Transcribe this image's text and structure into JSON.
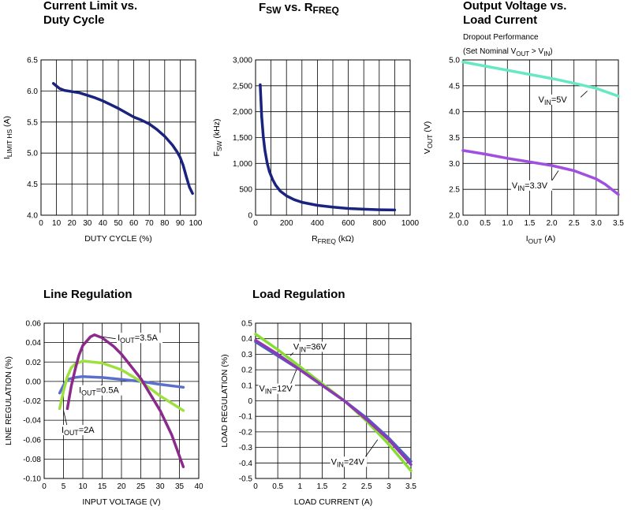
{
  "chart_data": [
    {
      "id": "c1",
      "type": "line",
      "title": [
        "Current Limit vs.",
        "Duty Cycle"
      ],
      "xlabel": "DUTY CYCLE (%)",
      "ylabel": "I_LIMIT_HS (A)",
      "xlim": [
        0,
        100
      ],
      "ylim": [
        4.0,
        6.5
      ],
      "xticks": [
        0,
        10,
        20,
        30,
        40,
        50,
        60,
        70,
        80,
        90,
        100
      ],
      "yticks": [
        4.0,
        4.5,
        5.0,
        5.5,
        6.0,
        6.5
      ],
      "xtick_labels": [
        "0",
        "10",
        "20",
        "30",
        "40",
        "50",
        "60",
        "70",
        "80",
        "90",
        "100"
      ],
      "ytick_labels": [
        "4.0",
        "4.5",
        "5.0",
        "5.5",
        "6.0",
        "6.5"
      ],
      "grid": true,
      "series": [
        {
          "color": "#1a237e",
          "x": [
            8,
            10,
            12,
            15,
            20,
            25,
            30,
            35,
            40,
            45,
            50,
            55,
            60,
            65,
            70,
            75,
            80,
            85,
            88,
            90,
            92,
            94,
            96,
            98
          ],
          "y": [
            6.12,
            6.08,
            6.04,
            6.01,
            5.99,
            5.97,
            5.93,
            5.89,
            5.84,
            5.78,
            5.72,
            5.65,
            5.58,
            5.53,
            5.47,
            5.38,
            5.27,
            5.13,
            5.02,
            4.93,
            4.8,
            4.62,
            4.45,
            4.35
          ]
        }
      ]
    },
    {
      "id": "c2",
      "type": "line",
      "title": [
        "F_SW vs. R_FREQ"
      ],
      "xlabel": "R_FREQ (kΩ)",
      "ylabel": "F_SW (kHz)",
      "xlim": [
        0,
        1000
      ],
      "ylim": [
        0,
        3000
      ],
      "xticks": [
        0,
        200,
        400,
        600,
        800,
        1000
      ],
      "xtick_labels": [
        "0",
        "200",
        "400",
        "600",
        "800",
        "1000"
      ],
      "yticks": [
        0,
        500,
        1000,
        1500,
        2000,
        2500,
        3000
      ],
      "ytick_labels": [
        "0",
        "500",
        "1,000",
        "1,500",
        "2,000",
        "2,500",
        "3,000"
      ],
      "xgrid": [
        0,
        100,
        200,
        300,
        400,
        500,
        600,
        700,
        800,
        900,
        1000
      ],
      "grid": true,
      "series": [
        {
          "color": "#1a237e",
          "x": [
            30,
            40,
            50,
            60,
            75,
            90,
            110,
            130,
            160,
            200,
            250,
            300,
            400,
            500,
            600,
            700,
            800,
            900
          ],
          "y": [
            2520,
            1900,
            1520,
            1260,
            1010,
            840,
            690,
            580,
            465,
            375,
            300,
            250,
            190,
            155,
            130,
            115,
            105,
            100
          ]
        }
      ]
    },
    {
      "id": "c3",
      "type": "line",
      "title": [
        "Output Voltage vs.",
        "Load Current"
      ],
      "subtitle": [
        "Dropout Performance",
        "(Set Nominal V_OUT > V_IN)"
      ],
      "xlabel": "I_OUT (A)",
      "ylabel": "V_OUT (V)",
      "xlim": [
        0,
        3.5
      ],
      "ylim": [
        2.0,
        5.0
      ],
      "xticks": [
        0,
        0.5,
        1.0,
        1.5,
        2.0,
        2.5,
        3.0,
        3.5
      ],
      "xtick_labels": [
        "0.0",
        "0.5",
        "1.0",
        "1.5",
        "2.0",
        "2.5",
        "3.0",
        "3.5"
      ],
      "yticks": [
        2.0,
        2.5,
        3.0,
        3.5,
        4.0,
        4.5,
        5.0
      ],
      "ytick_labels": [
        "2.0",
        "2.5",
        "3.0",
        "3.5",
        "4.0",
        "4.5",
        "5.0"
      ],
      "grid": true,
      "series": [
        {
          "name": "V_IN=5V",
          "color": "#66e8c4",
          "x": [
            0,
            0.5,
            1.0,
            1.5,
            2.0,
            2.5,
            3.0,
            3.5
          ],
          "y": [
            4.96,
            4.88,
            4.8,
            4.72,
            4.64,
            4.55,
            4.45,
            4.3
          ]
        },
        {
          "name": "V_IN=3.3V",
          "color": "#a050e0",
          "x": [
            0,
            0.5,
            1.0,
            1.5,
            2.0,
            2.5,
            3.0,
            3.2,
            3.5
          ],
          "y": [
            3.25,
            3.18,
            3.1,
            3.03,
            2.96,
            2.86,
            2.7,
            2.6,
            2.4
          ]
        }
      ]
    },
    {
      "id": "c4",
      "type": "line",
      "title": [
        "Line Regulation"
      ],
      "xlabel": "INPUT VOLTAGE (V)",
      "ylabel": "LINE REGULATION (%)",
      "xlim": [
        0,
        40
      ],
      "ylim": [
        -0.1,
        0.06
      ],
      "xticks": [
        0,
        5,
        10,
        15,
        20,
        25,
        30,
        35,
        40
      ],
      "xtick_labels": [
        "0",
        "5",
        "10",
        "15",
        "20",
        "25",
        "30",
        "35",
        "40"
      ],
      "yticks": [
        -0.1,
        -0.08,
        -0.06,
        -0.04,
        -0.02,
        0.0,
        0.02,
        0.04,
        0.06
      ],
      "ytick_labels": [
        "-0.10",
        "-0.08",
        "-0.06",
        "-0.04",
        "-0.02",
        "0.00",
        "0.02",
        "0.04",
        "0.06"
      ],
      "grid": true,
      "series": [
        {
          "name": "I_OUT=0.5A",
          "color": "#5a6fcc",
          "x": [
            4,
            5,
            6,
            8,
            10,
            15,
            20,
            25,
            30,
            36
          ],
          "y": [
            -0.012,
            -0.004,
            0.002,
            0.004,
            0.005,
            0.004,
            0.002,
            0.0,
            -0.003,
            -0.006
          ]
        },
        {
          "name": "I_OUT=2A",
          "color": "#9ee040",
          "x": [
            4,
            5,
            6,
            7,
            8,
            10,
            15,
            20,
            25,
            30,
            36
          ],
          "y": [
            -0.028,
            -0.01,
            0.005,
            0.014,
            0.018,
            0.021,
            0.019,
            0.012,
            0.0,
            -0.015,
            -0.03
          ]
        },
        {
          "name": "I_OUT=3.5A",
          "color": "#8c2a8c",
          "x": [
            6,
            7,
            8,
            9,
            10,
            12,
            13,
            15,
            18,
            20,
            25,
            30,
            33,
            36
          ],
          "y": [
            -0.028,
            -0.005,
            0.012,
            0.027,
            0.037,
            0.046,
            0.048,
            0.045,
            0.036,
            0.028,
            0.003,
            -0.03,
            -0.055,
            -0.088
          ]
        }
      ]
    },
    {
      "id": "c5",
      "type": "line",
      "title": [
        "Load Regulation"
      ],
      "xlabel": "LOAD CURRENT (A)",
      "ylabel": "LOAD REGULATION (%)",
      "xlim": [
        0,
        3.5
      ],
      "ylim": [
        -0.5,
        0.5
      ],
      "xticks": [
        0,
        0.5,
        1.0,
        1.5,
        2.0,
        2.5,
        3.0,
        3.5
      ],
      "xtick_labels": [
        "0",
        "0.5",
        "1",
        "1.5",
        "2",
        "2.5",
        "3",
        "3.5"
      ],
      "yticks": [
        -0.5,
        -0.4,
        -0.3,
        -0.2,
        -0.1,
        0.0,
        0.1,
        0.2,
        0.3,
        0.4,
        0.5
      ],
      "ytick_labels": [
        "-0.5",
        "-0.4",
        "-0.3",
        "-0.2",
        "-0.1",
        "0",
        "0.1",
        "0.2",
        "0.3",
        "0.4",
        "0.5"
      ],
      "grid": true,
      "series": [
        {
          "name": "V_IN=36V",
          "color": "#88dd33",
          "x": [
            0,
            0.5,
            1.0,
            1.5,
            2.0,
            2.5,
            3.0,
            3.5
          ],
          "y": [
            0.43,
            0.33,
            0.22,
            0.11,
            0.0,
            -0.13,
            -0.28,
            -0.45
          ]
        },
        {
          "name": "V_IN=12V",
          "color": "#4a5fcc",
          "x": [
            0,
            0.5,
            1.0,
            1.5,
            2.0,
            2.5,
            3.0,
            3.5
          ],
          "y": [
            0.38,
            0.29,
            0.2,
            0.1,
            0.0,
            -0.11,
            -0.24,
            -0.39
          ]
        },
        {
          "name": "V_IN=24V",
          "color": "#8c3ab0",
          "x": [
            0,
            0.5,
            1.0,
            1.5,
            2.0,
            2.5,
            3.0,
            3.5
          ],
          "y": [
            0.39,
            0.3,
            0.2,
            0.1,
            0.0,
            -0.12,
            -0.25,
            -0.41
          ]
        }
      ]
    }
  ]
}
